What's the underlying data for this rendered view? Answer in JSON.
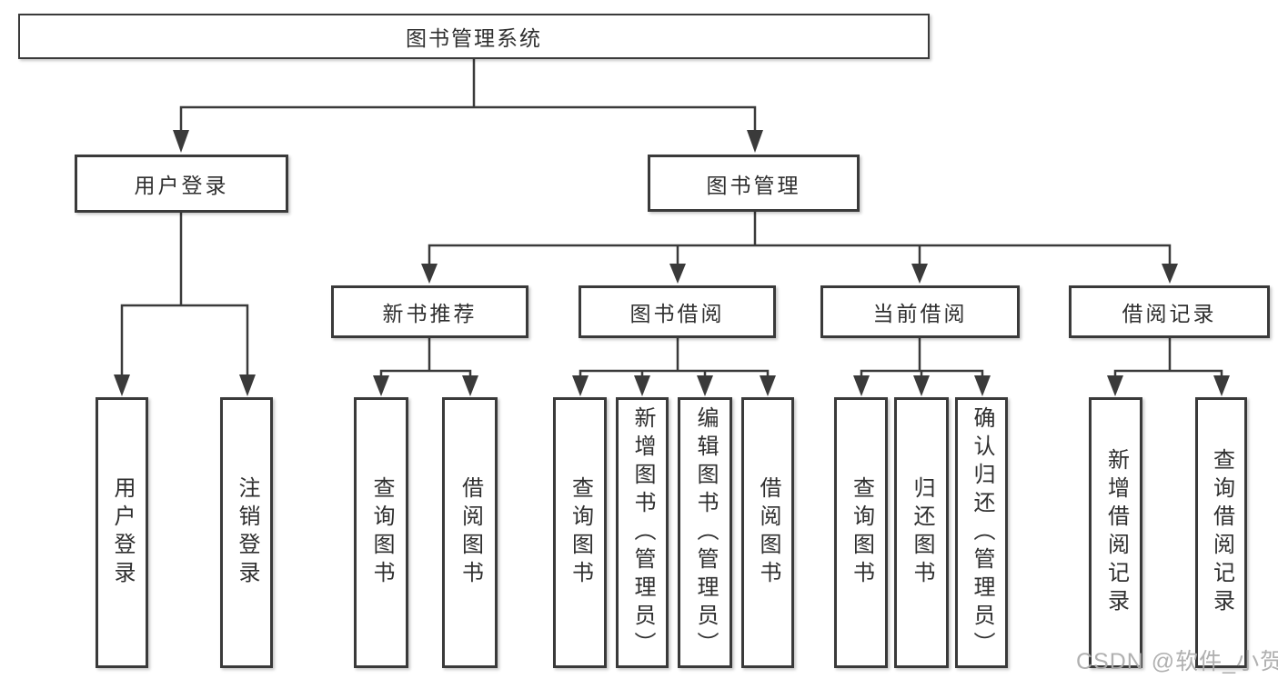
{
  "title": "图书管理系统",
  "colors": {
    "line": "#3a3a3a",
    "box_border": "#3a3a3a",
    "text": "#2f2f2f",
    "background": "#ffffff",
    "watermark": "#acacac"
  },
  "watermark": {
    "text": "CSDN @软件_小贺同学"
  },
  "tree": {
    "root": {
      "label": "图书管理系统",
      "children": [
        {
          "label": "用户登录",
          "children": [
            {
              "label": "用户登录"
            },
            {
              "label": "注销登录"
            }
          ]
        },
        {
          "label": "图书管理",
          "children": [
            {
              "label": "新书推荐",
              "children": [
                {
                  "label": "查询图书"
                },
                {
                  "label": "借阅图书"
                }
              ]
            },
            {
              "label": "图书借阅",
              "children": [
                {
                  "label": "查询图书"
                },
                {
                  "label": "新增图书（管理员）"
                },
                {
                  "label": "编辑图书（管理员）"
                },
                {
                  "label": "借阅图书"
                }
              ]
            },
            {
              "label": "当前借阅",
              "children": [
                {
                  "label": "查询图书"
                },
                {
                  "label": "归还图书"
                },
                {
                  "label": "确认归还（管理员）"
                }
              ]
            },
            {
              "label": "借阅记录",
              "children": [
                {
                  "label": "新增借阅记录"
                },
                {
                  "label": "查询借阅记录"
                }
              ]
            }
          ]
        }
      ]
    }
  }
}
